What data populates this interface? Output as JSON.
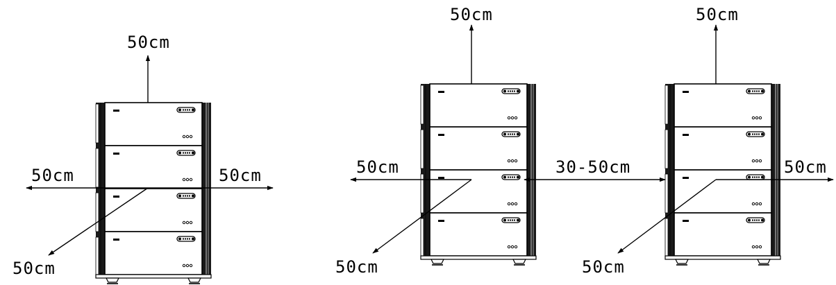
{
  "diagrams": [
    {
      "name": "single-stack",
      "labels": {
        "top": "50cm",
        "left": "50cm",
        "right": "50cm",
        "front": "50cm"
      }
    },
    {
      "name": "double-stack",
      "labels": {
        "left_top": "50cm",
        "left": "50cm",
        "left_front": "50cm",
        "between": "30-50cm",
        "right_top": "50cm",
        "right": "50cm",
        "right_front": "50cm"
      }
    }
  ],
  "module_count_per_stack": 4
}
